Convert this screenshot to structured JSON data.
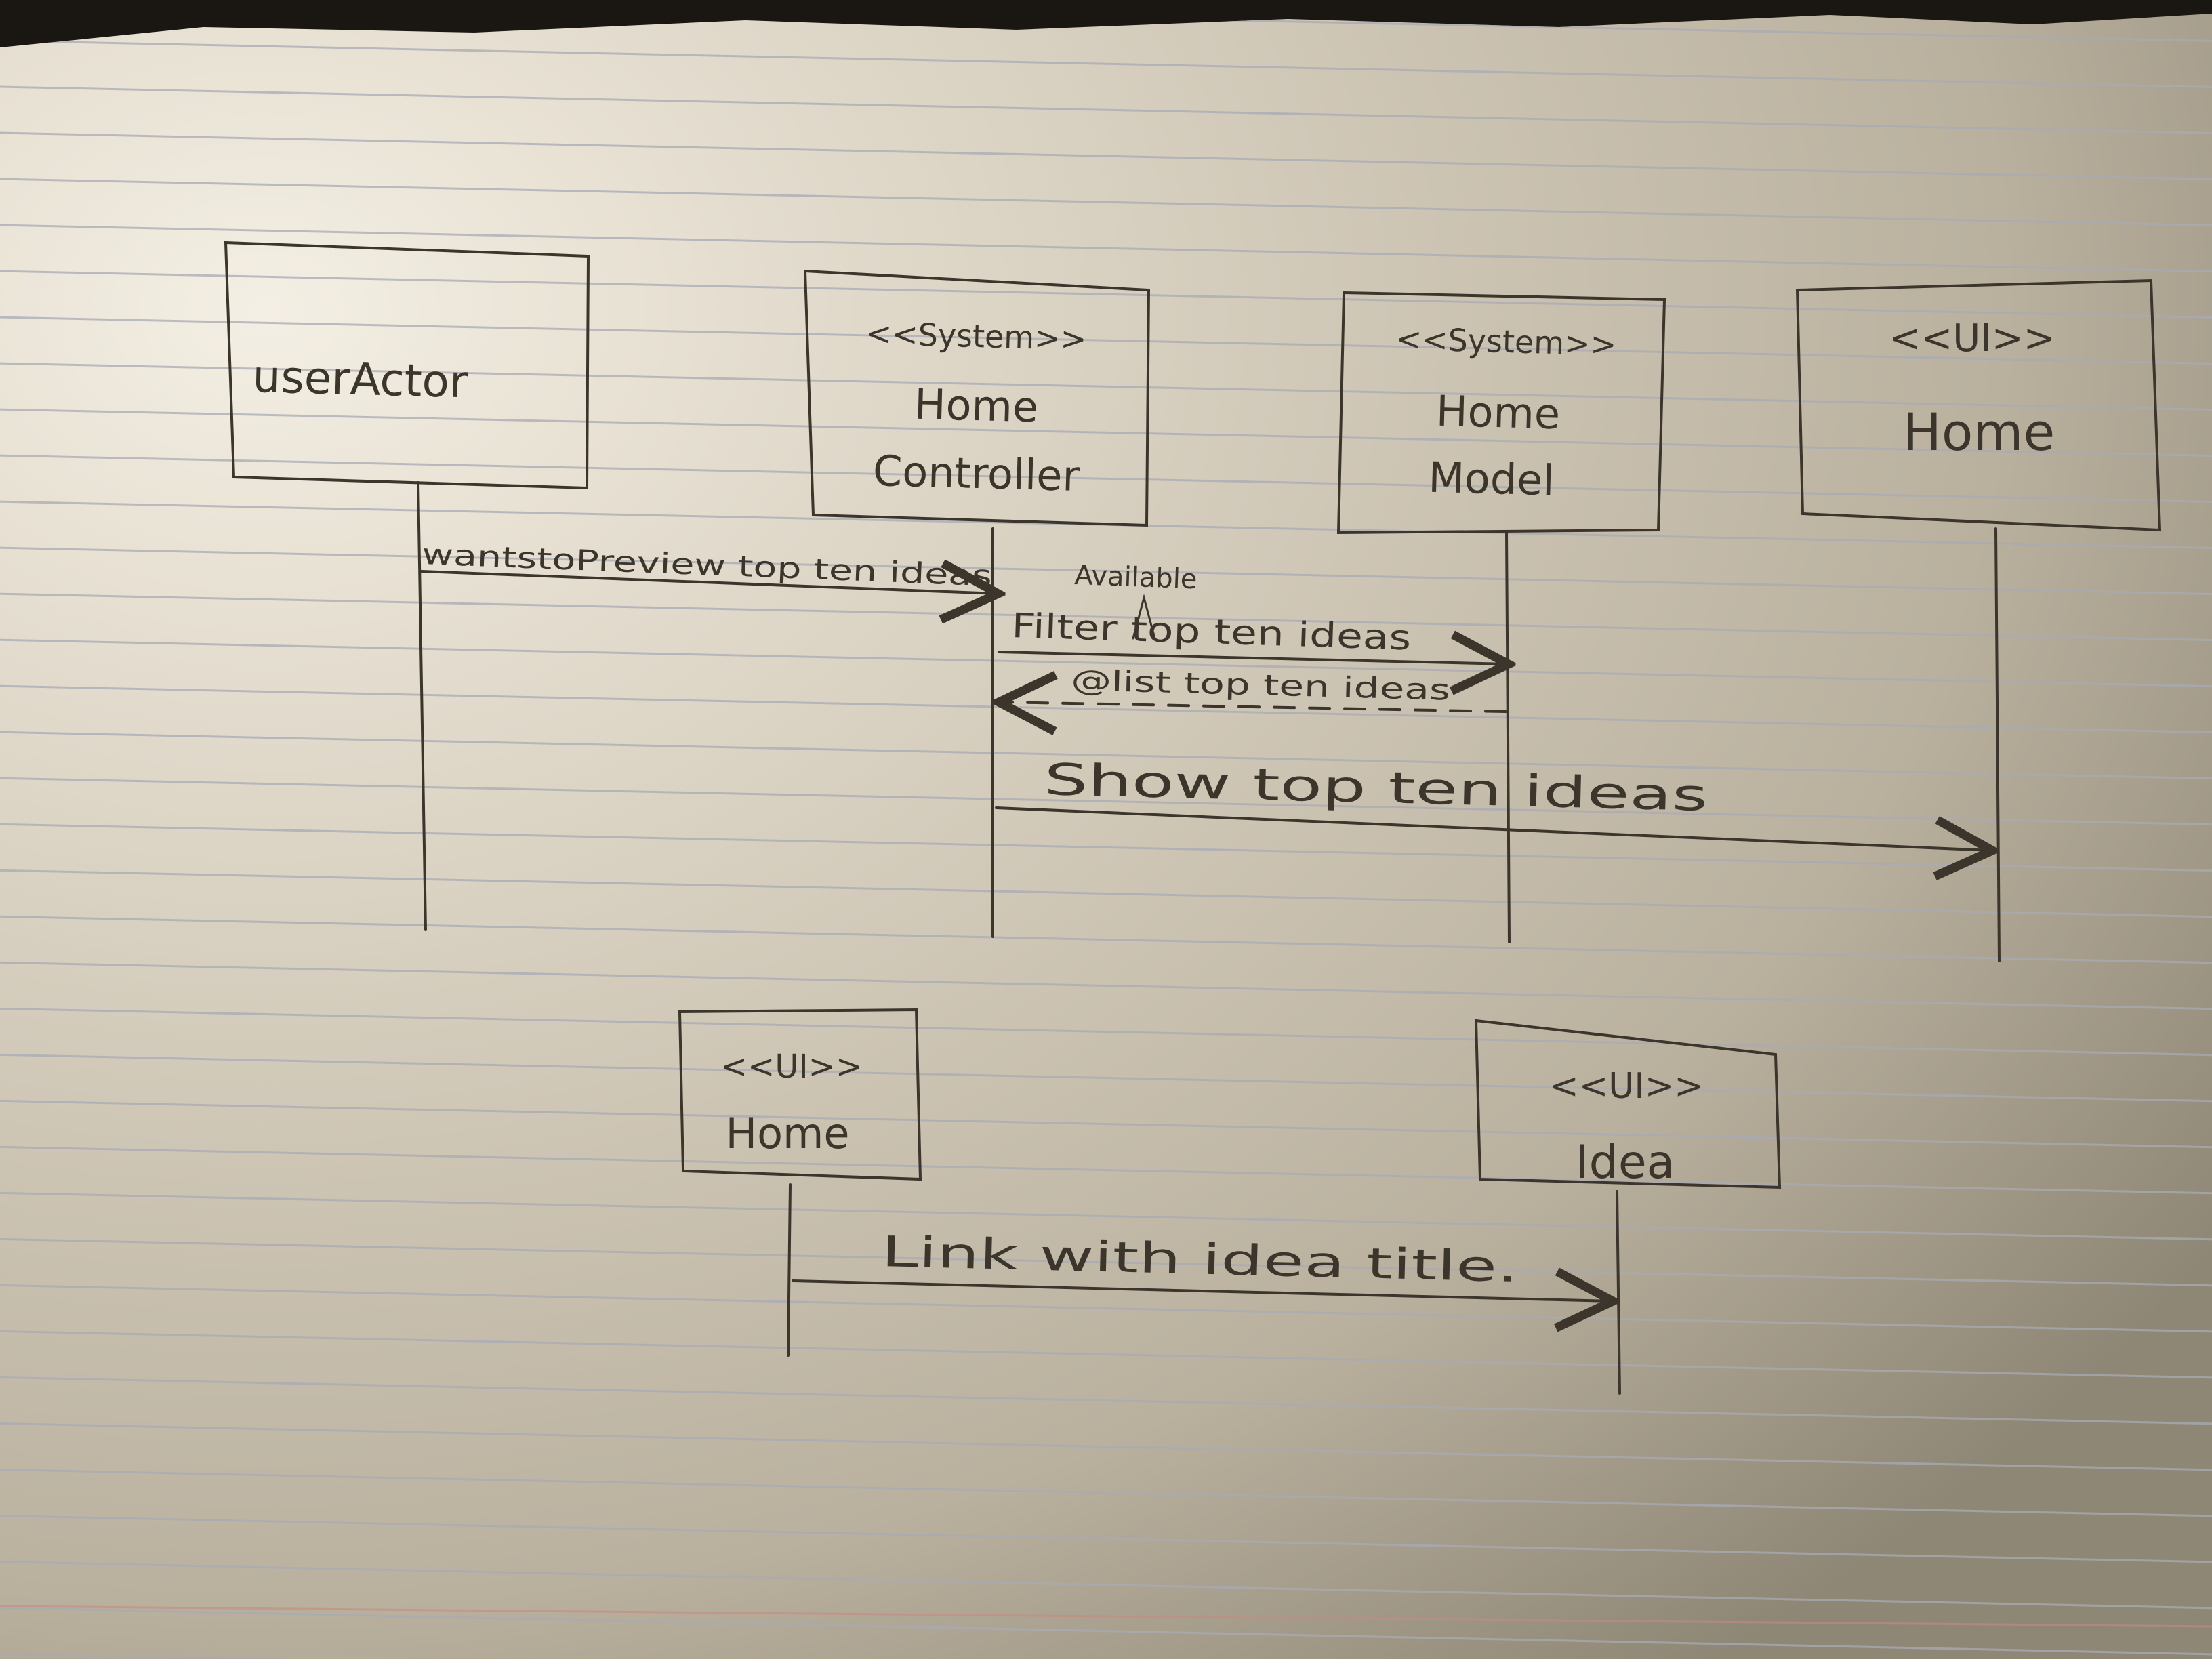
{
  "diagram": {
    "lifelines": [
      {
        "id": "user",
        "stereotype": "",
        "name_lines": [
          "userActor"
        ]
      },
      {
        "id": "controller",
        "stereotype": "<<System>>",
        "name_lines": [
          "Home",
          "Controller"
        ]
      },
      {
        "id": "model",
        "stereotype": "<<System>>",
        "name_lines": [
          "Home",
          "Model"
        ]
      },
      {
        "id": "home-ui",
        "stereotype": "<<UI>>",
        "name_lines": [
          "Home"
        ]
      }
    ],
    "messages": [
      {
        "from": "user",
        "to": "controller",
        "label": "wantstoPreview top ten ideas",
        "style": "solid"
      },
      {
        "from": "controller",
        "to": "model",
        "label": "Filter top ten ideas",
        "annotation": "Available",
        "style": "solid"
      },
      {
        "from": "model",
        "to": "controller",
        "label": "@list top ten ideas",
        "style": "dashed"
      },
      {
        "from": "controller",
        "to": "home-ui",
        "label": "Show top ten ideas",
        "style": "solid"
      }
    ],
    "second_diagram": {
      "lifelines": [
        {
          "id": "home2",
          "stereotype": "<<UI>>",
          "name_lines": [
            "Home"
          ]
        },
        {
          "id": "idea",
          "stereotype": "<<UI>>",
          "name_lines": [
            "Idea"
          ]
        }
      ],
      "messages": [
        {
          "from": "home2",
          "to": "idea",
          "label": "Link with idea title.",
          "style": "solid"
        }
      ]
    }
  },
  "colors": {
    "paper": "#d8d0c0",
    "paper_dark": "#8a8272",
    "ruling": "#a8aab4",
    "margin_line": "#c88a80",
    "ink": "#3b352c",
    "background": "#1a1612"
  }
}
